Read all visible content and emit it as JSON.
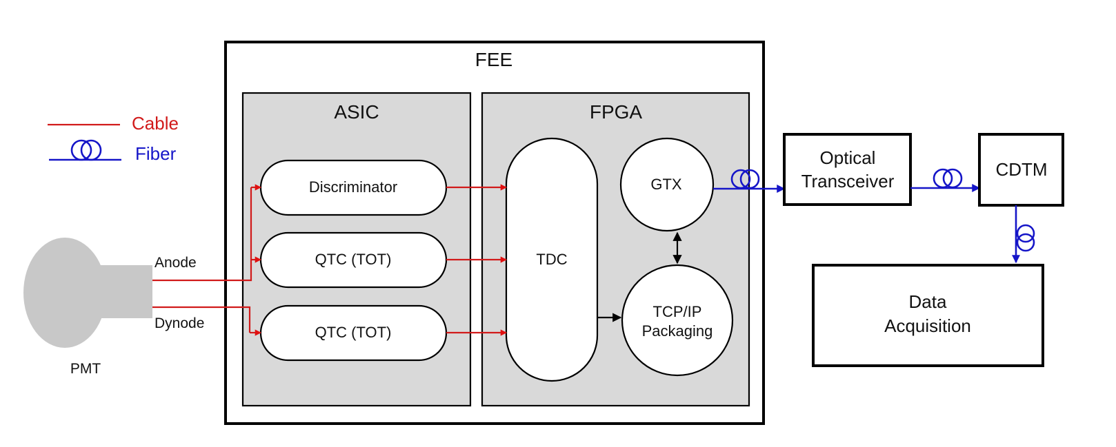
{
  "diagram": {
    "legend": {
      "cable_label": "Cable",
      "fiber_label": "Fiber"
    },
    "pmt": {
      "label": "PMT",
      "anode_label": "Anode",
      "dynode_label": "Dynode"
    },
    "fee": {
      "title": "FEE",
      "asic": {
        "title": "ASIC",
        "blocks": [
          "Discriminator",
          "QTC (TOT)",
          "QTC (TOT)"
        ]
      },
      "fpga": {
        "title": "FPGA",
        "tdc": "TDC",
        "gtx": "GTX",
        "tcpip_line1": "TCP/IP",
        "tcpip_line2": "Packaging"
      }
    },
    "optical_transceiver": {
      "line1": "Optical",
      "line2": "Transceiver"
    },
    "cdtm": "CDTM",
    "data_acquisition": {
      "line1": "Data",
      "line2": "Acquisition"
    },
    "colors": {
      "cable": "#d11a1a",
      "fiber": "#1515c8",
      "panel_fill": "#d9d9d9",
      "pmt_fill": "#c8c8c8"
    }
  }
}
